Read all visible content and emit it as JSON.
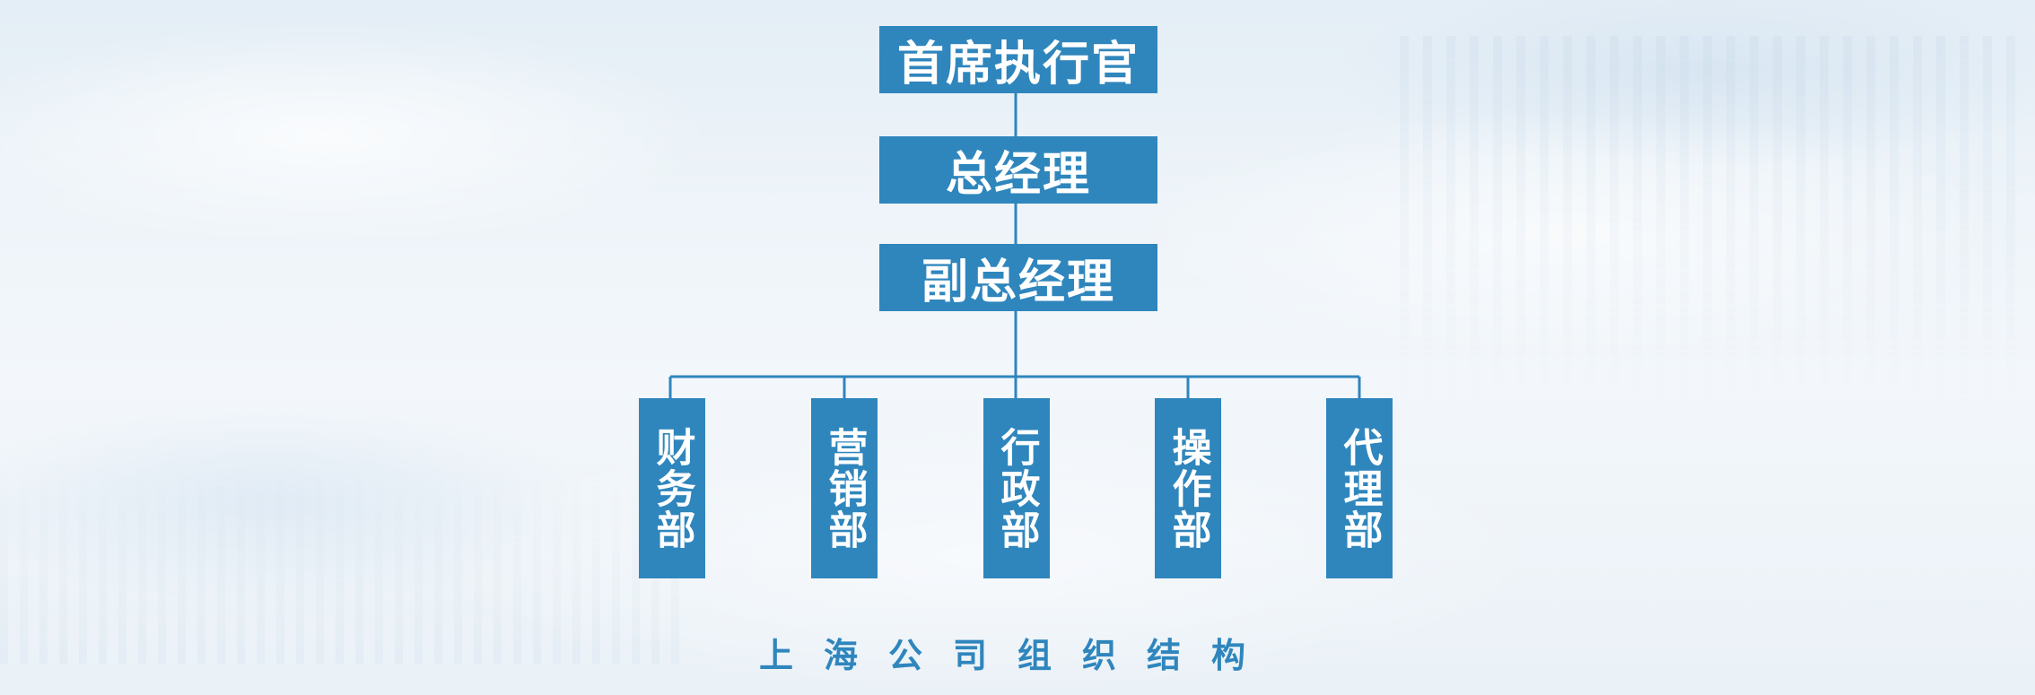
{
  "chart": {
    "top_nodes": [
      "首席执行官",
      "总经理",
      "副总经理"
    ],
    "departments": [
      "财务部",
      "营销部",
      "行政部",
      "操作部",
      "代理部"
    ],
    "caption": "上海公司组织结构"
  },
  "colors": {
    "node_fill": "#2f86bd",
    "node_text": "#ffffff",
    "connector": "#2f86bd",
    "caption": "#2f86bd"
  }
}
